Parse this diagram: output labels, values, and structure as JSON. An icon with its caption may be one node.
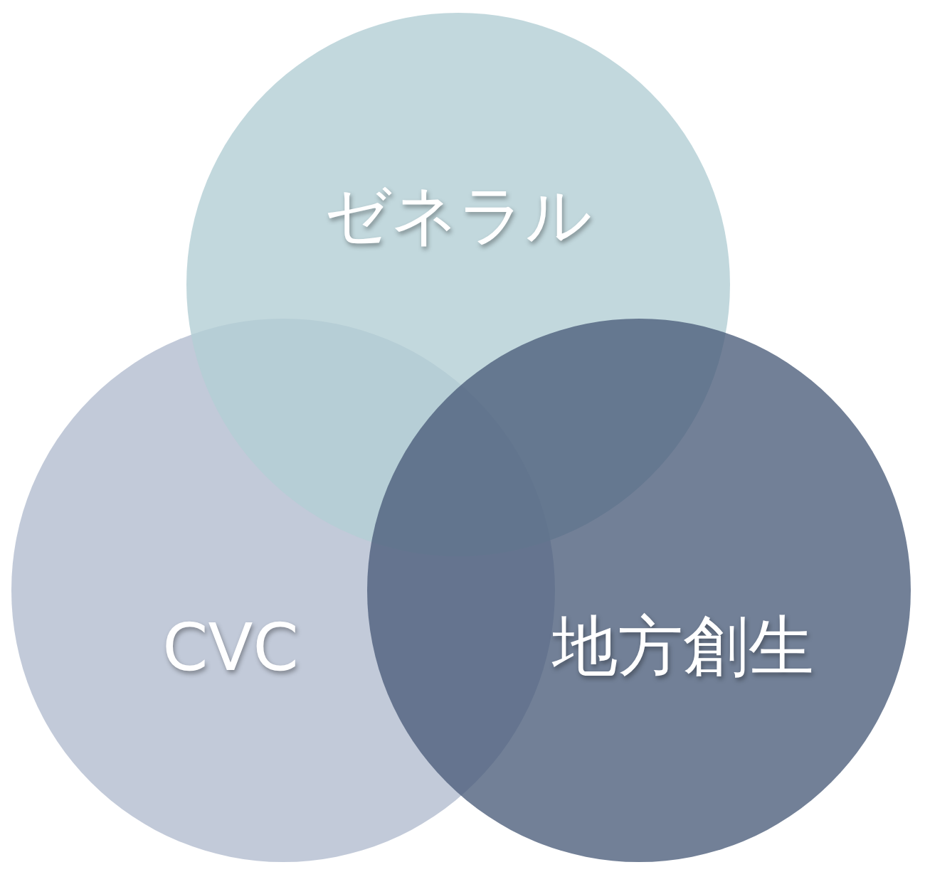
{
  "diagram": {
    "nodes": [
      {
        "text": [
          "ゼネラル"
        ]
      },
      {
        "text": [
          "CVC"
        ]
      },
      {
        "text": [
          "地方創生"
        ]
      }
    ]
  }
}
